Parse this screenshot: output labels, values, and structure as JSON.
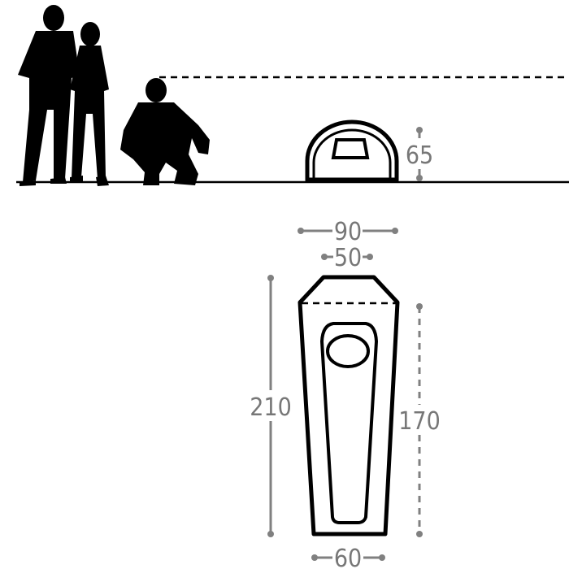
{
  "side_view": {
    "height_label": "65"
  },
  "plan_view": {
    "outer_width_label": "90",
    "top_width_label": "50",
    "total_length_label": "210",
    "inner_length_label": "170",
    "bottom_width_label": "60"
  },
  "colors": {
    "outline": "#000000",
    "dimension": "#808080"
  }
}
